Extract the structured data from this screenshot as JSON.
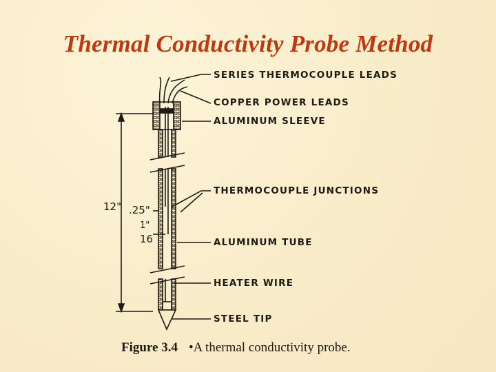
{
  "slide": {
    "title": "Thermal Conductivity Probe Method",
    "title_color": "#c0390e",
    "background_color": "#f9ecc9"
  },
  "diagram": {
    "labels": [
      "SERIES THERMOCOUPLE LEADS",
      "COPPER POWER LEADS",
      "ALUMINUM SLEEVE",
      "THERMOCOUPLE JUNCTIONS",
      "ALUMINUM TUBE",
      "HEATER WIRE",
      "STEEL TIP"
    ],
    "dimensions": {
      "length": "12\"",
      "outer_diameter": ".25\"",
      "inner_fraction_num": "1\"",
      "inner_fraction_den": "16"
    }
  },
  "caption": {
    "figure_number": "Figure 3.4",
    "text": "•A thermal conductivity probe."
  }
}
